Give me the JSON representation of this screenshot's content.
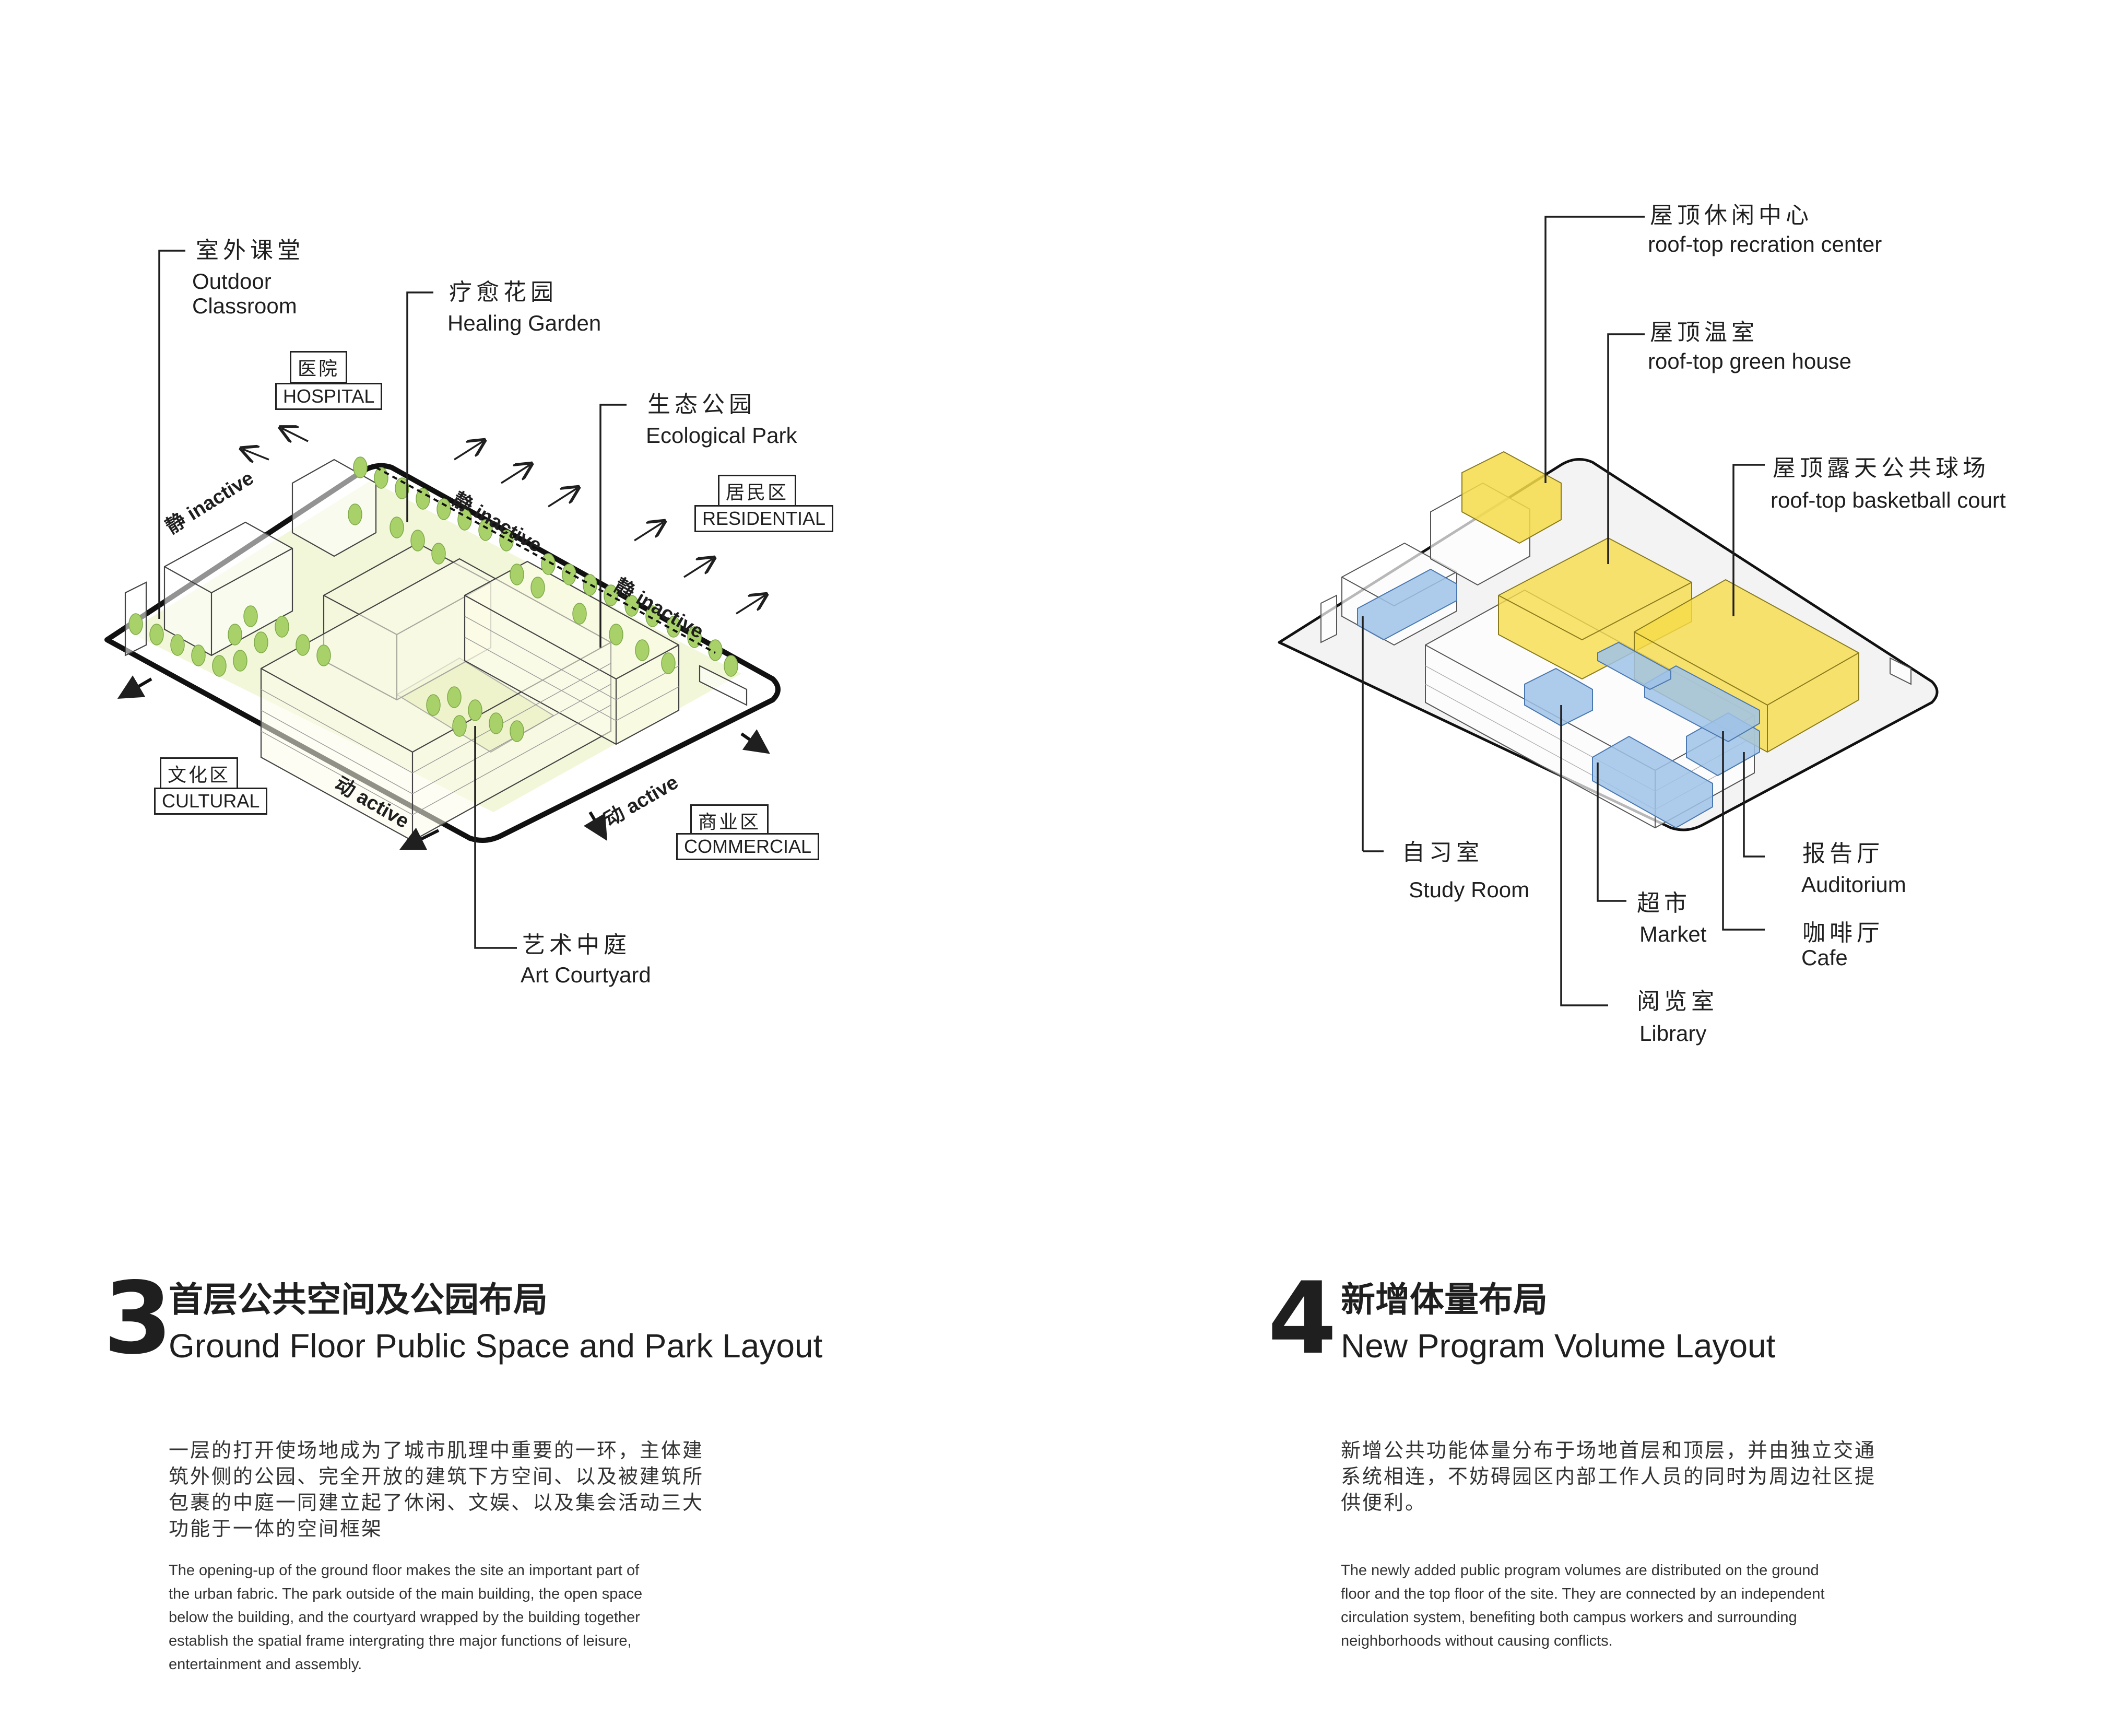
{
  "diagram3": {
    "labels": {
      "outdoor_classroom_cn": "室外课堂",
      "outdoor_classroom_en": "Outdoor\nClassroom",
      "healing_garden_cn": "疗愈花园",
      "healing_garden_en": "Healing Garden",
      "ecological_park_cn": "生态公园",
      "ecological_park_en": "Ecological Park",
      "art_courtyard_cn": "艺术中庭",
      "art_courtyard_en": "Art Courtyard"
    },
    "zones": {
      "hospital_cn": "医院",
      "hospital_en": "HOSPITAL",
      "residential_cn": "居民区",
      "residential_en": "RESIDENTIAL",
      "cultural_cn": "文化区",
      "cultural_en": "CULTURAL",
      "commercial_cn": "商业区",
      "commercial_en": "COMMERCIAL"
    },
    "edges": {
      "inactive": "静 inactive",
      "active": "动 active"
    }
  },
  "diagram4": {
    "labels": {
      "rooftop_recreation_cn": "屋顶休闲中心",
      "rooftop_recreation_en": "roof-top recration center",
      "rooftop_greenhouse_cn": "屋顶温室",
      "rooftop_greenhouse_en": "roof-top green house",
      "rooftop_basketball_cn": "屋顶露天公共球场",
      "rooftop_basketball_en": "roof-top basketball court",
      "study_room_cn": "自习室",
      "study_room_en": "Study Room",
      "market_cn": "超市",
      "market_en": "Market",
      "library_cn": "阅览室",
      "library_en": "Library",
      "auditorium_cn": "报告厅",
      "auditorium_en": "Auditorium",
      "cafe_cn": "咖啡厅",
      "cafe_en": "Cafe"
    }
  },
  "section3": {
    "number": "3",
    "title_cn": "首层公共空间及公园布局",
    "title_en": "Ground Floor Public Space and Park Layout",
    "body_cn": "一层的打开使场地成为了城市肌理中重要的一环，主体建\n筑外侧的公园、完全开放的建筑下方空间、以及被建筑所\n包裹的中庭一同建立起了休闲、文娱、以及集会活动三大\n功能于一体的空间框架",
    "body_en": "The opening-up of the ground floor makes the site an important part of\nthe urban fabric. The park outside of the main building, the open space\nbelow the building, and the courtyard wrapped by the building together\nestablish the spatial frame intergrating thre major functions of leisure,\nentertainment and assembly."
  },
  "section4": {
    "number": "4",
    "title_cn": "新增体量布局",
    "title_en": "New Program Volume Layout",
    "body_cn": "新增公共功能体量分布于场地首层和顶层，并由独立交通\n系统相连，不妨碍园区内部工作人员的同时为周边社区提\n供便利。",
    "body_en": "The newly added public program volumes are distributed on the ground\nfloor and the top floor of the site. They are connected by an independent\ncirculation system, benefiting both campus workers and surrounding\nneighborhoods without causing conflicts."
  },
  "colors": {
    "green_park": "#e6efb4",
    "tree": "#a8d16a",
    "rooftop_yellow": "#f6dc4a",
    "new_program_blue": "#9fc2e8",
    "line": "#1f1f1f"
  }
}
